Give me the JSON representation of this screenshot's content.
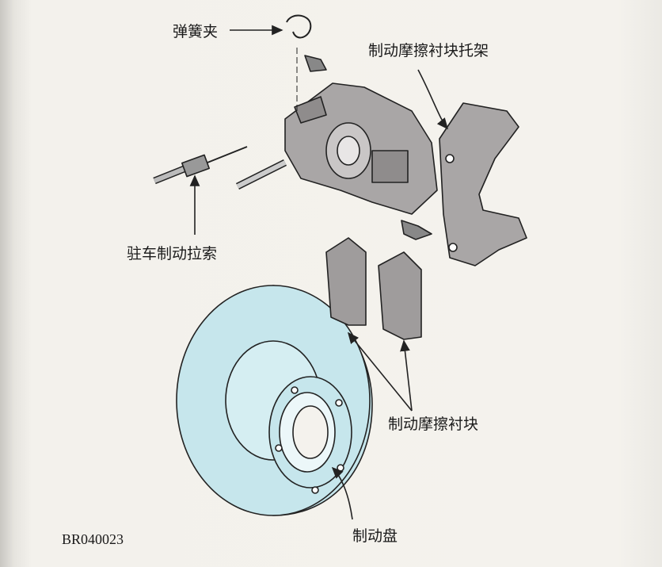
{
  "figure": {
    "labels": {
      "spring_clip": "弹簧夹",
      "pad_bracket": "制动摩擦衬块托架",
      "parking_cable": "驻车制动拉索",
      "brake_pads": "制动摩擦衬块",
      "brake_disc": "制动盘"
    },
    "figure_code": "BR040023",
    "colors": {
      "disc": "#c6e6ec",
      "caliper": "#a9a6a6",
      "pad": "#9f9c9c",
      "line": "#222222"
    }
  }
}
